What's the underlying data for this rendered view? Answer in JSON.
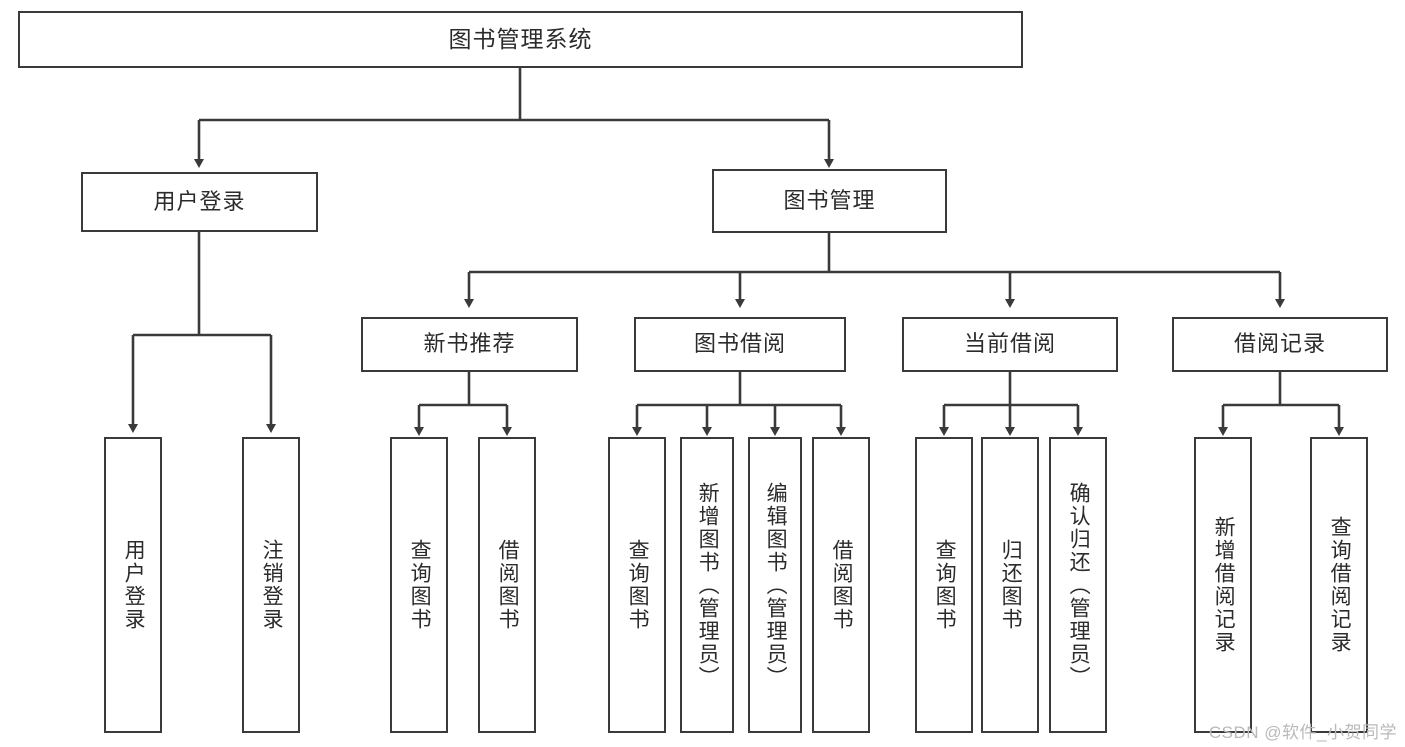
{
  "diagram": {
    "type": "tree-hierarchy-chart",
    "title": "图书管理系统",
    "watermark": "CSDN @软件_小贺同学",
    "colors": {
      "box_border": "#3a3a3a",
      "box_fill": "#ffffff",
      "connector": "#3a3a3a",
      "text": "#2b2b2b",
      "watermark": "#b9b9b9",
      "background": "#ffffff"
    },
    "root": {
      "label": "图书管理系统"
    },
    "level1": [
      {
        "label": "用户登录"
      },
      {
        "label": "图书管理"
      }
    ],
    "level2": [
      {
        "label": "新书推荐"
      },
      {
        "label": "图书借阅"
      },
      {
        "label": "当前借阅"
      },
      {
        "label": "借阅记录"
      }
    ],
    "leaves": {
      "user_login": [
        {
          "label": "用户登录"
        },
        {
          "label": "注销登录"
        }
      ],
      "new_book_recommend": [
        {
          "label": "查询图书"
        },
        {
          "label": "借阅图书"
        }
      ],
      "book_borrow": [
        {
          "label": "查询图书"
        },
        {
          "label": "新增图书（管理员）"
        },
        {
          "label": "编辑图书（管理员）"
        },
        {
          "label": "借阅图书"
        }
      ],
      "current_borrow": [
        {
          "label": "查询图书"
        },
        {
          "label": "归还图书"
        },
        {
          "label": "确认归还（管理员）"
        }
      ],
      "borrow_record": [
        {
          "label": "新增借阅记录"
        },
        {
          "label": "查询借阅记录"
        }
      ]
    }
  }
}
